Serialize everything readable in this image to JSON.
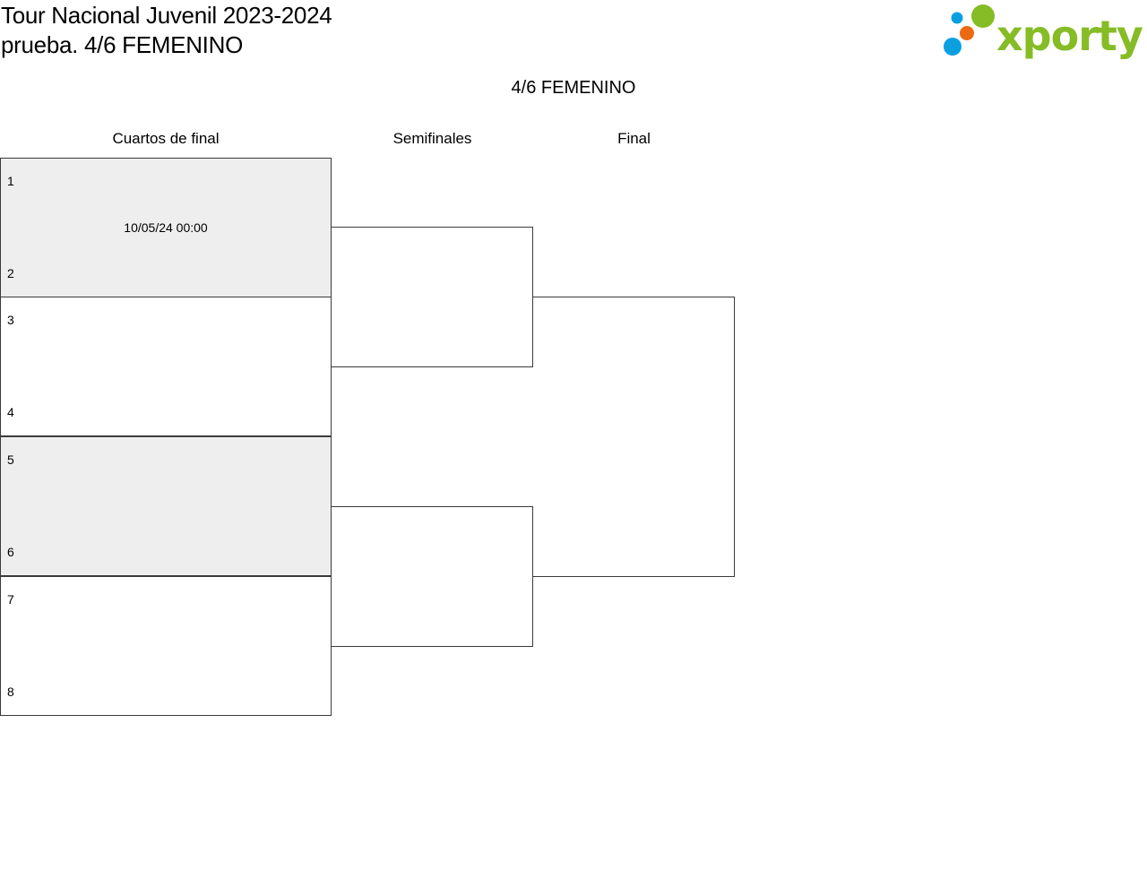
{
  "header": {
    "title_line1": "Tour Nacional Juvenil 2023-2024",
    "title_line2": "prueba. 4/6 FEMENINO"
  },
  "logo": {
    "text": "xporty",
    "colors": {
      "dot_blue": "#0aa0e0",
      "dot_orange": "#ec6a12",
      "dot_green": "#86bc25",
      "text_green": "#86bc25"
    }
  },
  "bracket": {
    "title": "4/6 FEMENINO",
    "rounds": {
      "quarterfinals": "Cuartos de final",
      "semifinals": "Semifinales",
      "final": "Final"
    },
    "matches": [
      {
        "seed_top": "1",
        "seed_bottom": "2",
        "date": "10/05/24 00:00"
      },
      {
        "seed_top": "3",
        "seed_bottom": "4",
        "date": ""
      },
      {
        "seed_top": "5",
        "seed_bottom": "6",
        "date": ""
      },
      {
        "seed_top": "7",
        "seed_bottom": "8",
        "date": ""
      }
    ]
  },
  "colors": {
    "shaded_row": "#eeeeee",
    "border": "#3a3a3a"
  }
}
